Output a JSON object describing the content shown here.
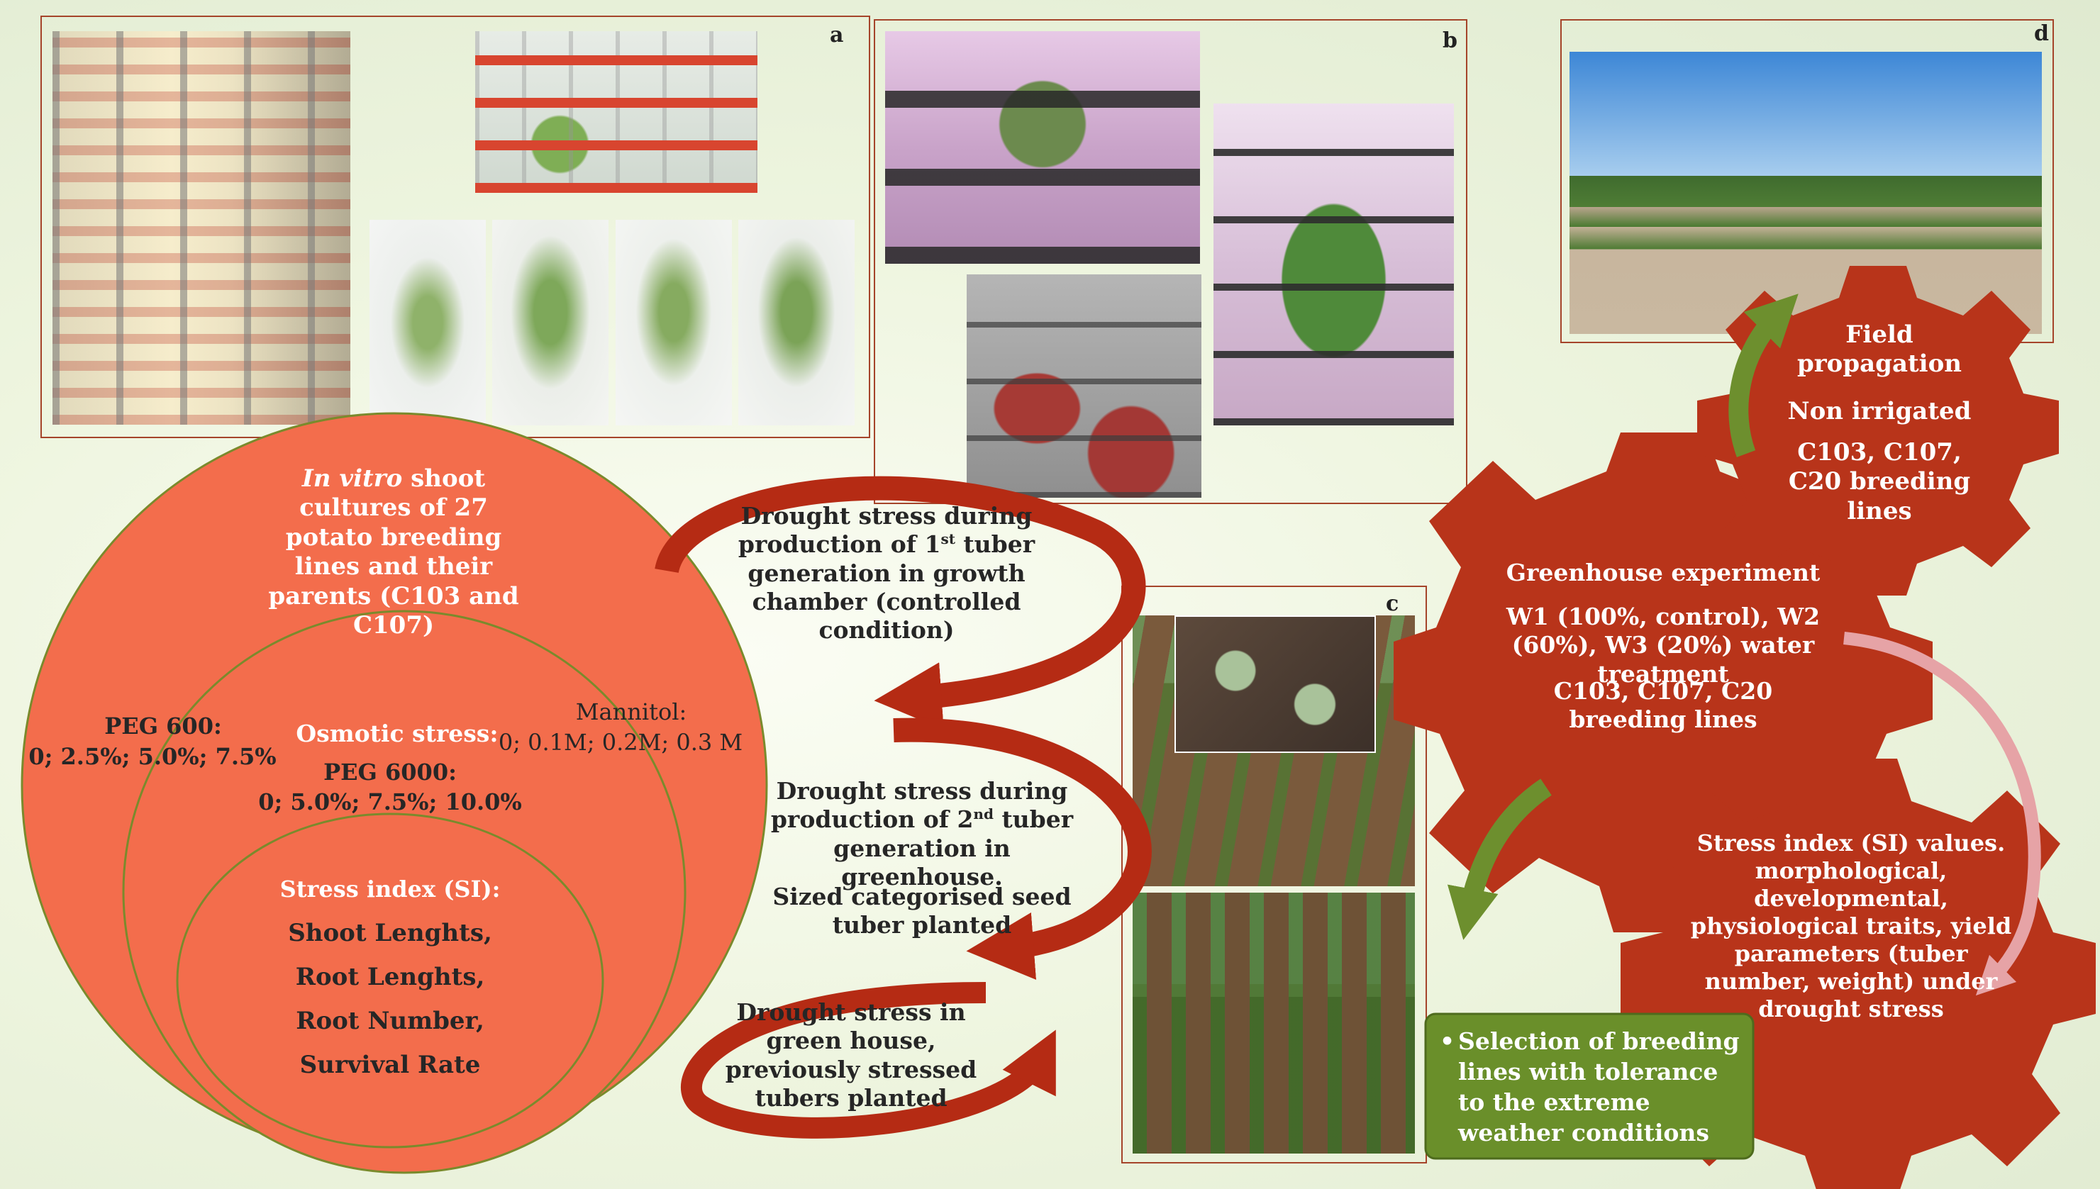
{
  "panels": {
    "a": "a",
    "b": "b",
    "c": "c",
    "d": "d"
  },
  "circle": {
    "invitro_italic": "In vitro",
    "invitro_rest": " shoot cultures of 27 potato breeding lines and their parents (C103 and C107)",
    "peg600_title": "PEG 600:",
    "peg600_values": "0; 2.5%; 5.0%; 7.5%",
    "osmotic_title": "Osmotic stress:",
    "peg6000_title": "PEG 6000:",
    "peg6000_values": "0; 5.0%; 7.5%; 10.0%",
    "mannitol_title": "Mannitol:",
    "mannitol_values": "0; 0.1M; 0.2M; 0.3 M",
    "si_title": "Stress index (SI):",
    "si_items": [
      "Shoot Lenghts,",
      "Root Lenghts,",
      "Root Number,",
      "Survival Rate"
    ]
  },
  "steps": {
    "step1_a": "Drought stress during production of 1",
    "step1_sup": "st",
    "step1_b": " tuber generation in growth chamber (controlled condition)",
    "step2_a": "Drought stress during production of 2",
    "step2_sup": "nd",
    "step2_b": " tuber generation in greenhouse.",
    "step2_c": "Sized categorised seed tuber planted",
    "step3": "Drought stress in green house, previously stressed tubers planted"
  },
  "gears": {
    "field_1": "Field propagation",
    "field_2": "Non irrigated",
    "field_3": "C103, C107, C20 breeding lines",
    "gh_1": "Greenhouse experiment",
    "gh_2": "W1 (100%, control), W2 (60%), W3 (20%) water treatment",
    "gh_3": "C103, C107, C20 breeding lines",
    "si_text": "Stress index (SI) values. morphological, developmental, physiological traits, yield parameters (tuber number, weight) under drought stress"
  },
  "selection": {
    "bullet": "•",
    "text": "Selection of breeding lines with tolerance to the extreme weather conditions"
  },
  "colors": {
    "circle_fill": "#f36d4c",
    "circle_stroke": "#7a8a2c",
    "arrow_red": "#b52b14",
    "gear_red": "#b8341a",
    "green_arrow": "#6d8f2e",
    "pink_arrow": "#e6a3a6",
    "selection_fill": "#6a8f2a"
  }
}
